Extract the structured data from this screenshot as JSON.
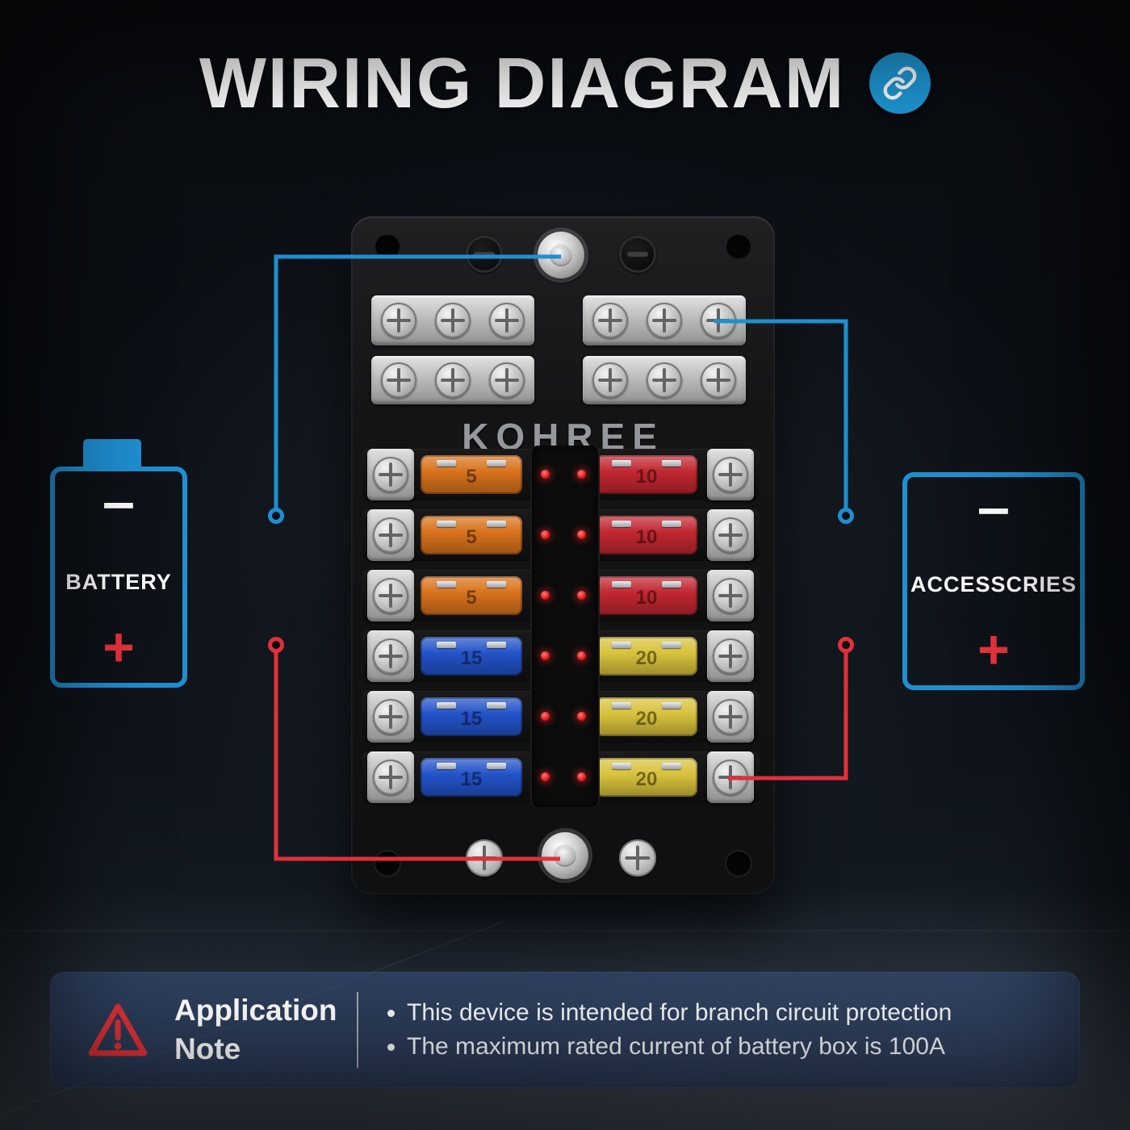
{
  "header": {
    "title": "WIRING DIAGRAM"
  },
  "icons": {
    "title_link": "chain-link-icon",
    "note_warning": "warning-triangle-icon"
  },
  "colors": {
    "accent_blue": "#1e9ad8",
    "wire_blue": "#1e8fd0",
    "wire_red": "#e0303a",
    "plus_red": "#e8323c",
    "note_bg": "#2c4a7a"
  },
  "battery": {
    "label": "BATTERY",
    "minus": "−",
    "plus": "+"
  },
  "accessories": {
    "label": "ACCESSCRIES",
    "minus": "−",
    "plus": "+"
  },
  "fuse_block": {
    "brand": "KOHREE",
    "left_fuses": [
      {
        "label": "5",
        "color": "#d9731c"
      },
      {
        "label": "5",
        "color": "#d9731c"
      },
      {
        "label": "5",
        "color": "#d9731c"
      },
      {
        "label": "15",
        "color": "#2353c9"
      },
      {
        "label": "15",
        "color": "#2353c9"
      },
      {
        "label": "15",
        "color": "#2353c9"
      }
    ],
    "right_fuses": [
      {
        "label": "10",
        "color": "#c22730"
      },
      {
        "label": "10",
        "color": "#c22730"
      },
      {
        "label": "10",
        "color": "#c22730"
      },
      {
        "label": "20",
        "color": "#d8c23c"
      },
      {
        "label": "20",
        "color": "#d8c23c"
      },
      {
        "label": "20",
        "color": "#d8c23c"
      }
    ]
  },
  "note": {
    "heading_line1": "Application",
    "heading_line2": "Note",
    "bullets": [
      "This device is intended for branch circuit protection",
      "The maximum rated current of battery box is 100A"
    ]
  }
}
